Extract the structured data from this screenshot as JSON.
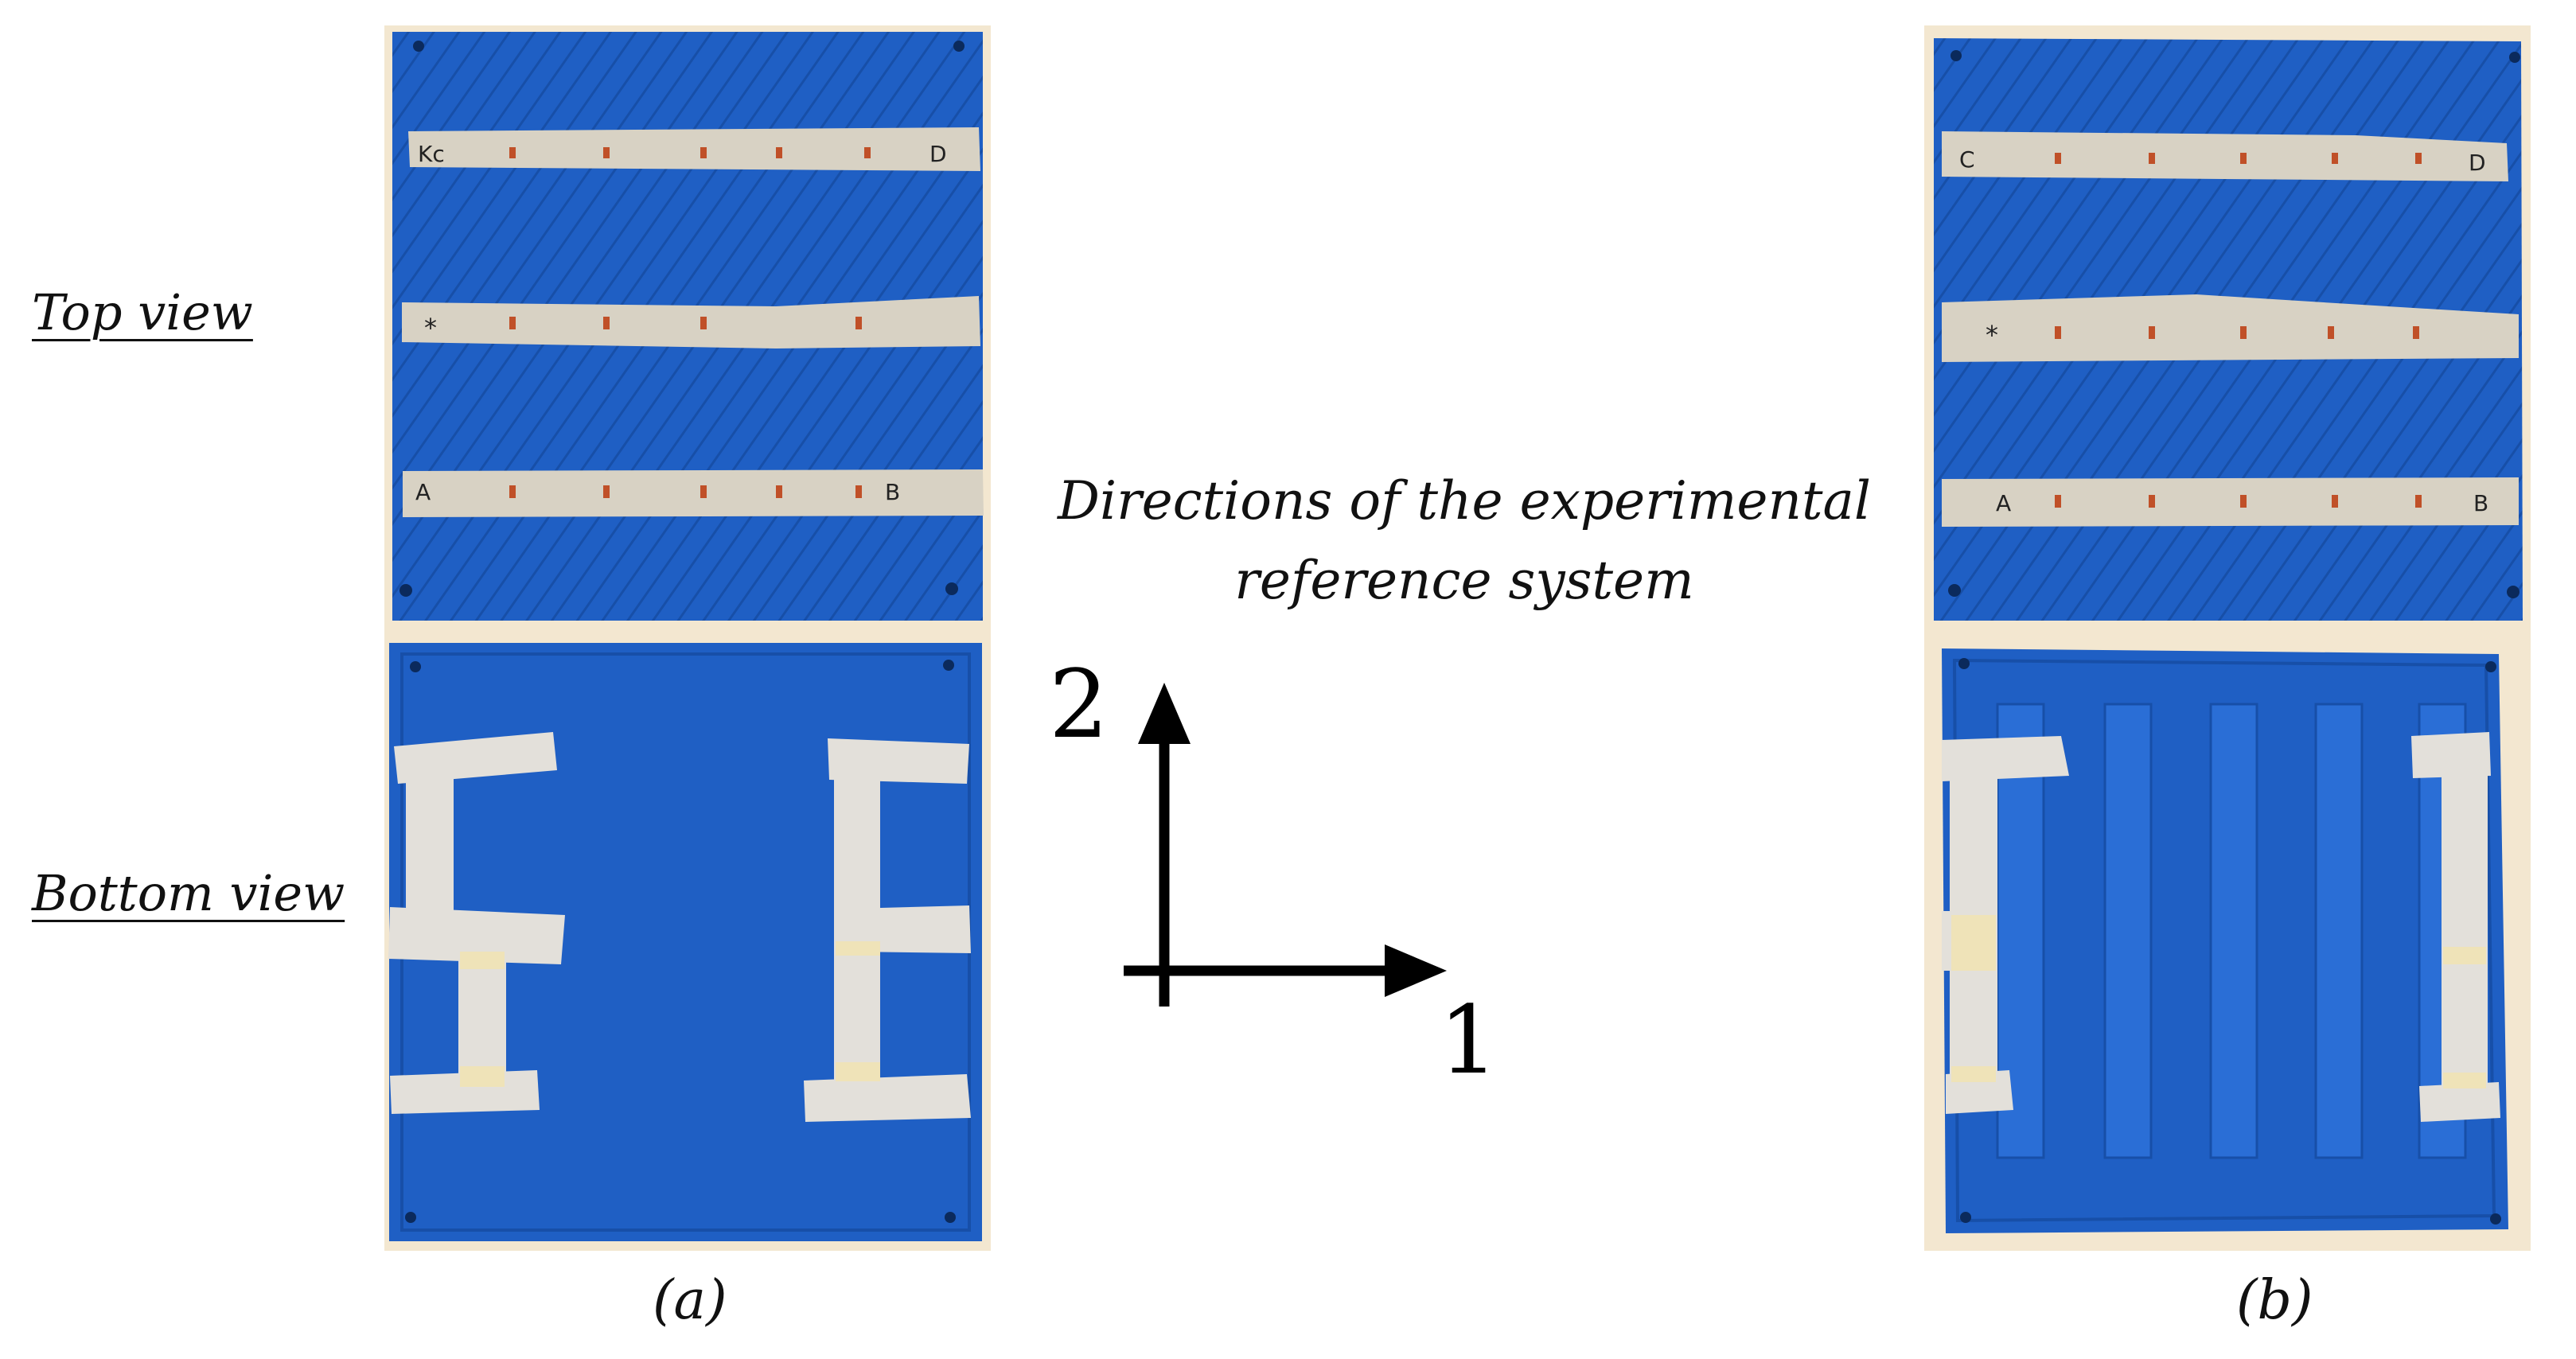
{
  "labels": {
    "top_view": "Top view",
    "bottom_view": "Bottom view",
    "directions_line1": "Directions of the experimental",
    "directions_line2": "reference system"
  },
  "axes": {
    "axis1": "1",
    "axis2": "2"
  },
  "captions": {
    "a": "(a)",
    "b": "(b)"
  },
  "tape_marks": {
    "a_top": [
      "Kc",
      "A",
      "B",
      "D"
    ],
    "b_top": [
      "C",
      "A",
      "B",
      "D"
    ]
  },
  "colors": {
    "plate_blue": "#1f5fc4",
    "plate_blue_dark": "#174fa8",
    "tape": "#d8d2c4",
    "background_card": "#f3e7d0",
    "arrow": "#000000"
  }
}
